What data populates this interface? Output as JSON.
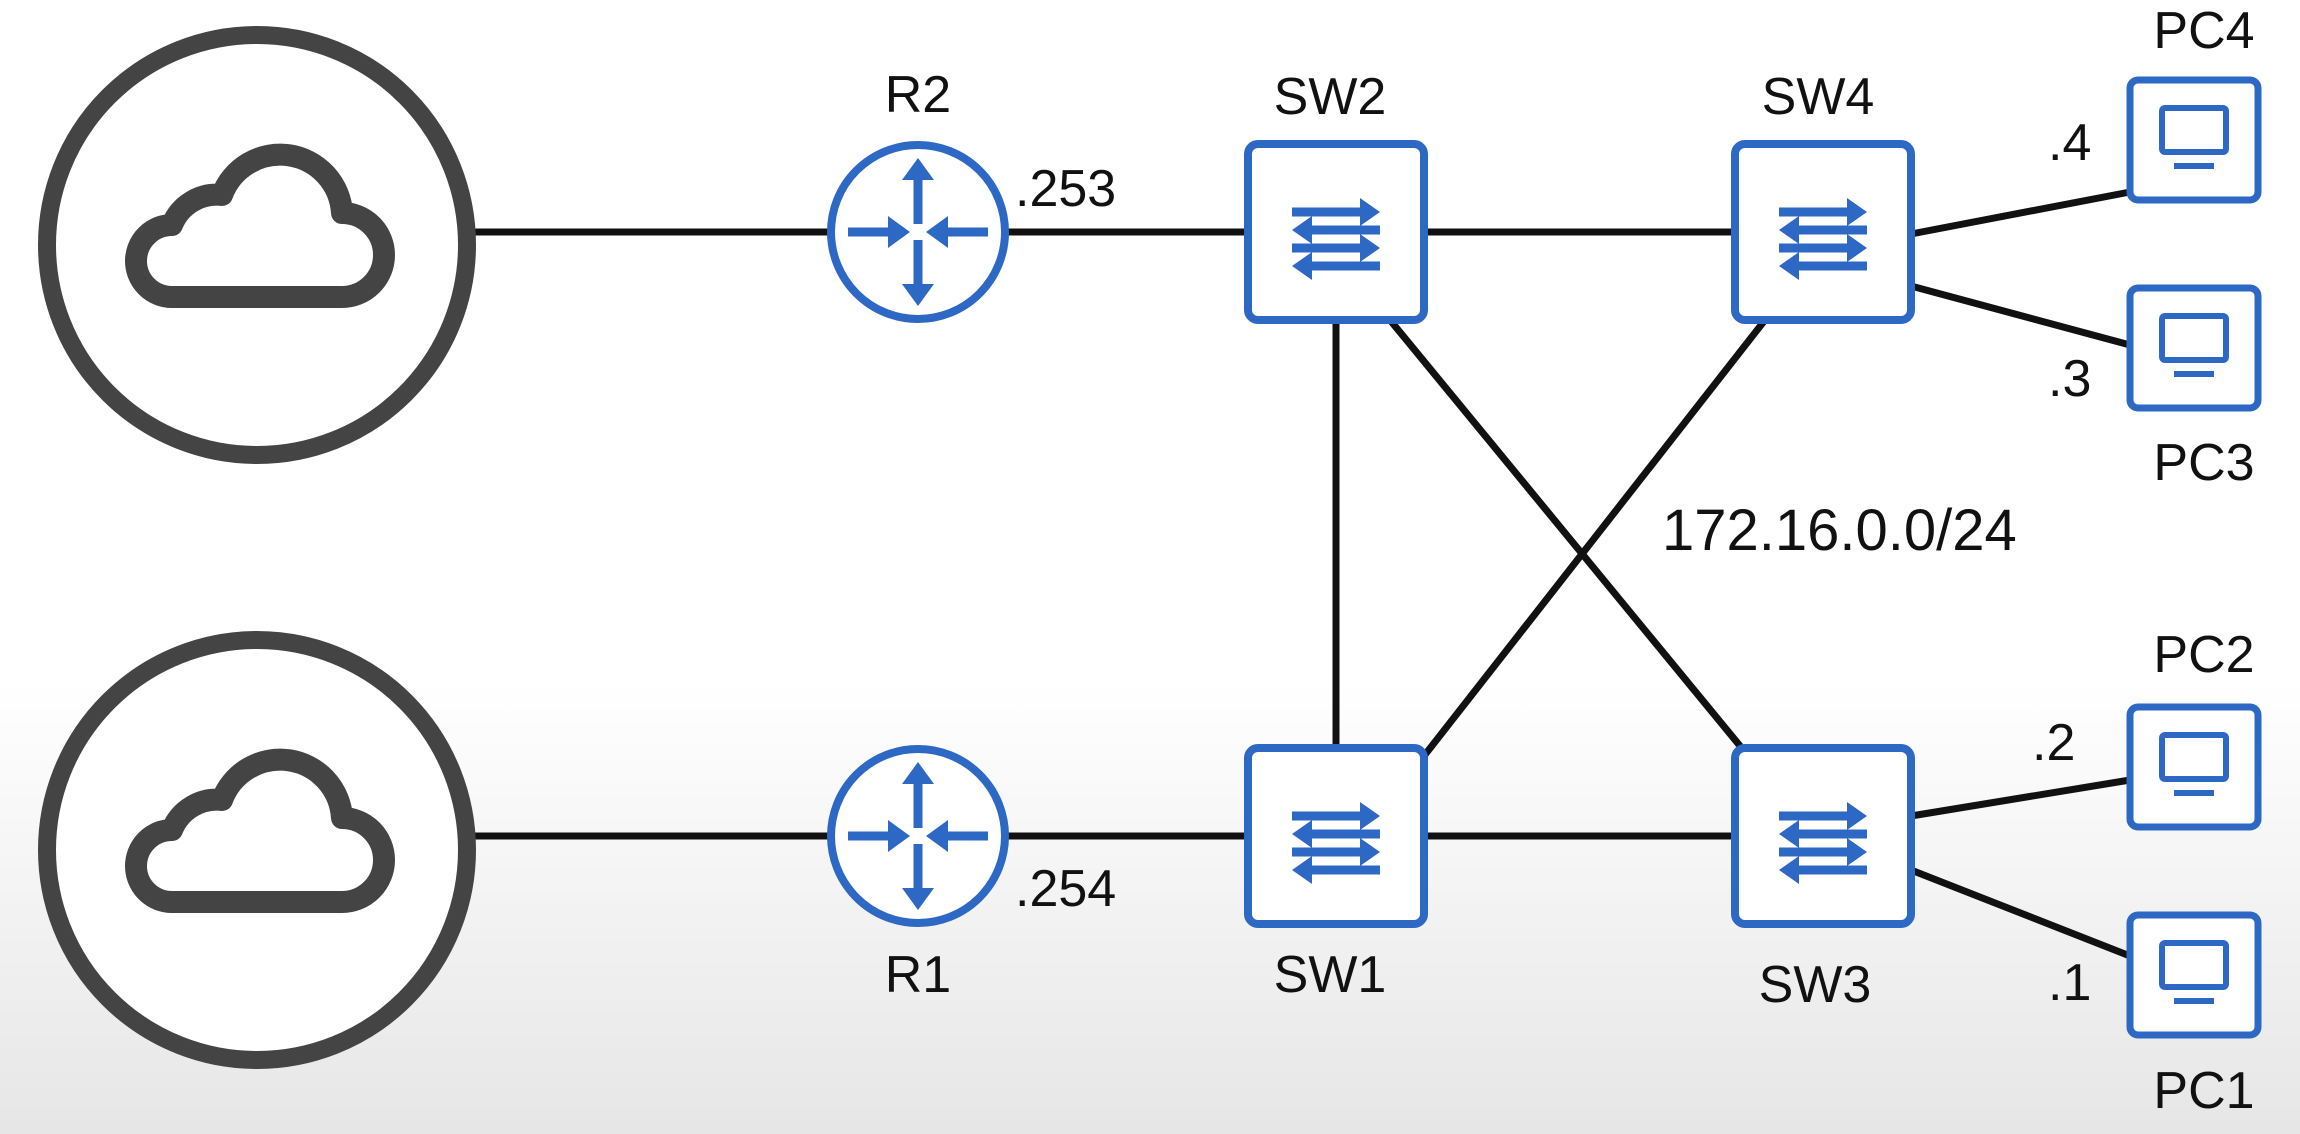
{
  "devices": {
    "r1": "R1",
    "r2": "R2",
    "sw1": "SW1",
    "sw2": "SW2",
    "sw3": "SW3",
    "sw4": "SW4",
    "pc1": "PC1",
    "pc2": "PC2",
    "pc3": "PC3",
    "pc4": "PC4"
  },
  "addresses": {
    "r2": ".253",
    "r1": ".254",
    "pc4": ".4",
    "pc3": ".3",
    "pc2": ".2",
    "pc1": ".1"
  },
  "subnet": "172.16.0.0/24",
  "icons": {
    "internet": "cloud-icon",
    "router": "router-icon",
    "switch": "switch-icon",
    "pc": "pc-icon"
  },
  "colors": {
    "device_blue": "#2d68c4",
    "cloud_gray": "#444444",
    "link": "#111111"
  }
}
